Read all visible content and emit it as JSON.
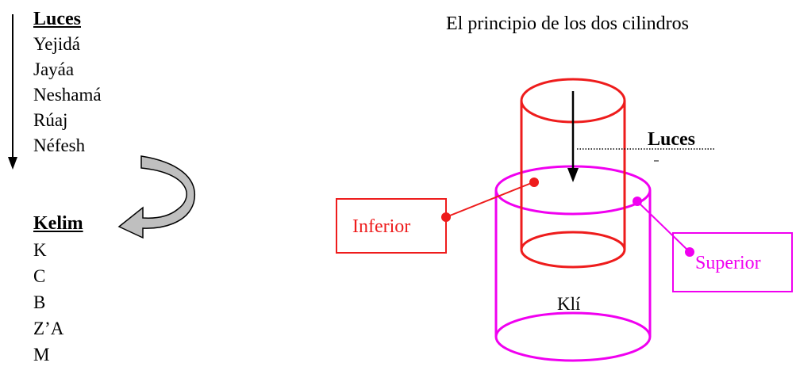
{
  "left_list": {
    "lights_heading": "Luces",
    "lights": [
      "Yejidá",
      "Jayáa",
      "Neshamá",
      "Rúaj",
      "Néfesh"
    ],
    "vessels_heading": "Kelim",
    "vessels": [
      "K",
      "C",
      "B",
      "Z’A",
      "M"
    ]
  },
  "diagram": {
    "title": "El principio de los dos cilindros",
    "lights_label": "Luces",
    "vessel_label": "Klí",
    "inferior_label": "Inferior",
    "superior_label": "Superior",
    "colors": {
      "inner_cylinder": "#ee1c1c",
      "outer_cylinder": "#f000f0",
      "arrow": "#000000",
      "curved_arrow_fill": "#bfbfbf"
    }
  }
}
